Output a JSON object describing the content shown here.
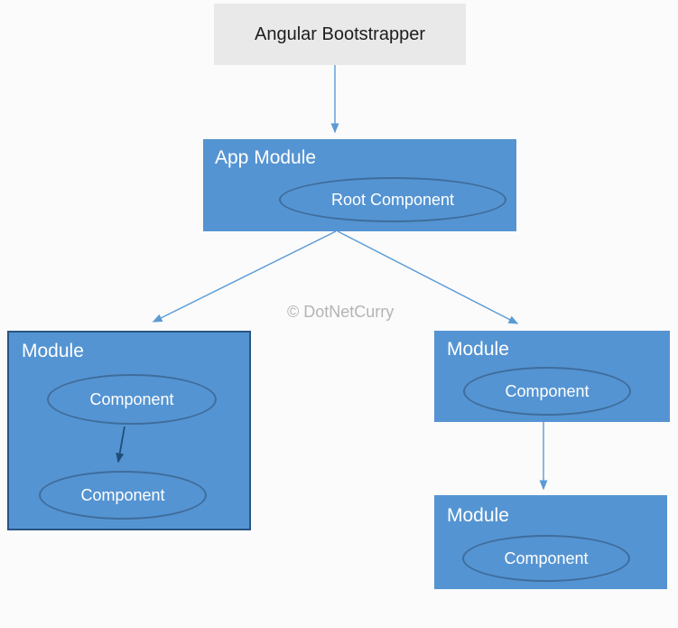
{
  "colors": {
    "bg": "#fbfbfb",
    "title_box_fill": "#e9e9e9",
    "title_text": "#1d1d1d",
    "box_fill": "#5594d2",
    "box_border": "#2a5584",
    "ellipse_border": "#3f6d9c",
    "connector": "#5b9bd5",
    "connector_dark": "#1f4e79",
    "label_text": "#ffffff",
    "watermark_color": "#b4b4b4"
  },
  "nodes": {
    "bootstrapper": {
      "label": "Angular Bootstrapper"
    },
    "app_module": {
      "label": "App Module",
      "component": "Root Component"
    },
    "module_left": {
      "label": "Module",
      "component_top": "Component",
      "component_bottom": "Component"
    },
    "module_right_top": {
      "label": "Module",
      "component": "Component"
    },
    "module_right_bottom": {
      "label": "Module",
      "component": "Component"
    }
  },
  "watermark": "© DotNetCurry"
}
